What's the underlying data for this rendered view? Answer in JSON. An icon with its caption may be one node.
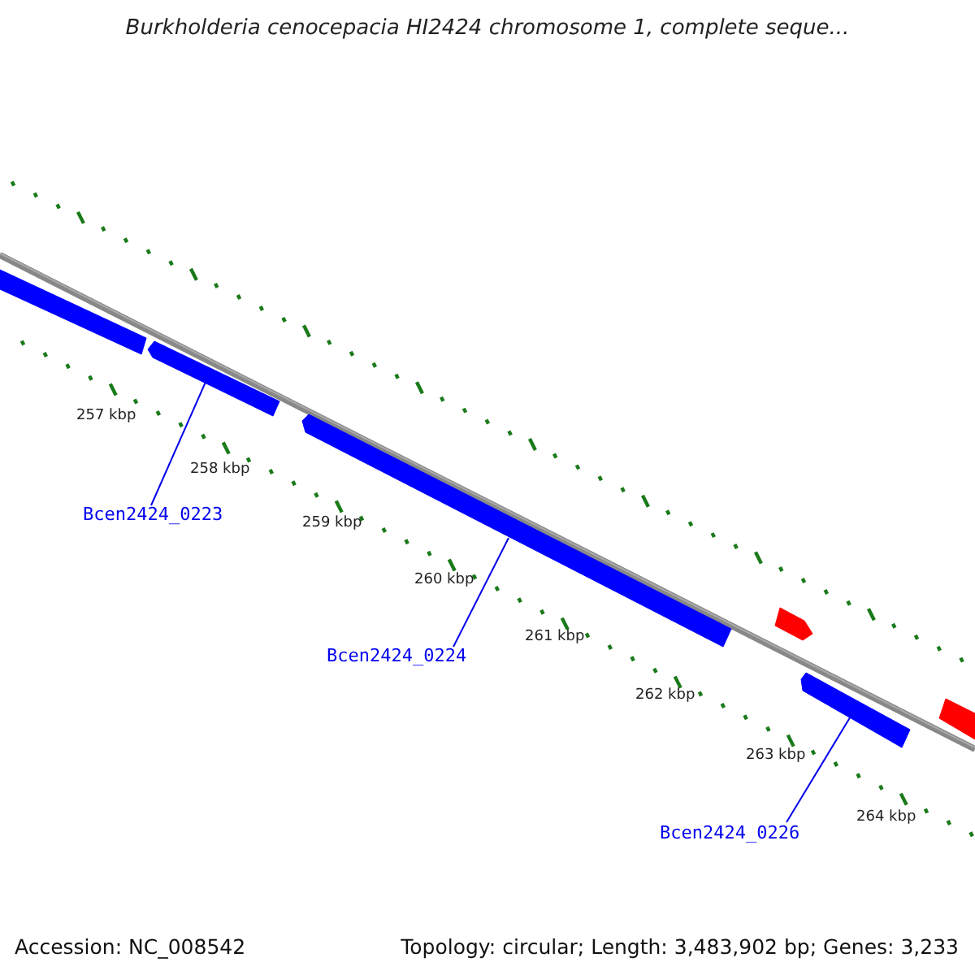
{
  "diagram": {
    "title": "Burkholderia cenocepacia HI2424 chromosome 1, complete seque...",
    "nodes": [
      {
        "text": [],
        "shape": "bar"
      },
      {
        "text": [],
        "shape": "bar"
      },
      {
        "text": [],
        "shape": "bar"
      },
      {
        "text": [],
        "shape": "bar"
      },
      {
        "text": [],
        "shape": "bar"
      },
      {
        "text": [],
        "shape": "bar"
      },
      {
        "text": [
          "Bcen2424_0223"
        ]
      },
      {
        "text": [
          "Bcen2424_0224"
        ]
      },
      {
        "text": [
          "Bcen2424_0226"
        ]
      }
    ],
    "edges": [
      {
        "from": 6,
        "to": 1,
        "arrow": "none"
      },
      {
        "from": 7,
        "to": 2,
        "arrow": "none"
      },
      {
        "from": 8,
        "to": 4,
        "arrow": "none"
      }
    ],
    "labels": [
      "257 kbp",
      "258 kbp",
      "259 kbp",
      "260 kbp",
      "261 kbp",
      "262 kbp",
      "263 kbp",
      "264 kbp",
      "Accession: NC_008542",
      "Topology: circular; Length: 3,483,902 bp; Genes: 3,233"
    ]
  }
}
